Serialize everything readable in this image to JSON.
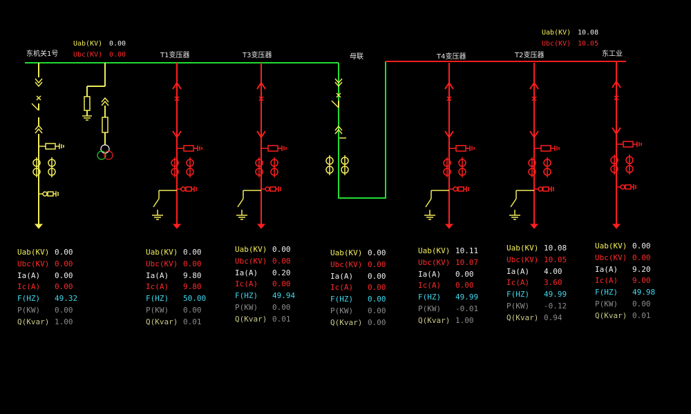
{
  "bus_voltage_left": {
    "uab_label": "Uab(KV)",
    "uab_value": "0.00",
    "ubc_label": "Ubc(KV)",
    "ubc_value": "0.00"
  },
  "bus_voltage_right": {
    "uab_label": "Uab(KV)",
    "uab_value": "10.08",
    "ubc_label": "Ubc(KV)",
    "ubc_value": "10.05"
  },
  "bays": [
    {
      "label": "东机关1号"
    },
    {
      "label": "T1变压器"
    },
    {
      "label": "T3变压器"
    },
    {
      "label": "母联"
    },
    {
      "label": "T4变压器"
    },
    {
      "label": "T2变压器"
    },
    {
      "label": "东工业"
    }
  ],
  "panels": [
    {
      "rows": [
        {
          "k": "Uab(KV)",
          "v": "0.00"
        },
        {
          "k": "Ubc(KV)",
          "v": "0.00"
        },
        {
          "k": "Ia(A)",
          "v": "0.00"
        },
        {
          "k": "Ic(A)",
          "v": "0.00"
        },
        {
          "k": "F(HZ)",
          "v": "49.32"
        },
        {
          "k": "P(KW)",
          "v": "0.00"
        },
        {
          "k": "Q(Kvar)",
          "v": "1.00"
        }
      ]
    },
    {
      "rows": [
        {
          "k": "Uab(KV)",
          "v": "0.00"
        },
        {
          "k": "Ubc(KV)",
          "v": "0.00"
        },
        {
          "k": "Ia(A)",
          "v": "9.80"
        },
        {
          "k": "Ic(A)",
          "v": "9.80"
        },
        {
          "k": "F(HZ)",
          "v": "50.00"
        },
        {
          "k": "P(KW)",
          "v": "0.00"
        },
        {
          "k": "Q(Kvar)",
          "v": "0.01"
        }
      ]
    },
    {
      "rows": [
        {
          "k": "Uab(KV)",
          "v": "0.00"
        },
        {
          "k": "Ubc(KV)",
          "v": "0.00"
        },
        {
          "k": "Ia(A)",
          "v": "0.20"
        },
        {
          "k": "Ic(A)",
          "v": "0.00"
        },
        {
          "k": "F(HZ)",
          "v": "49.94"
        },
        {
          "k": "P(KW)",
          "v": "0.00"
        },
        {
          "k": "Q(Kvar)",
          "v": "0.01"
        }
      ]
    },
    {
      "rows": [
        {
          "k": "Uab(KV)",
          "v": "0.00"
        },
        {
          "k": "Ubc(KV)",
          "v": "0.00"
        },
        {
          "k": "Ia(A)",
          "v": "0.00"
        },
        {
          "k": "Ic(A)",
          "v": "0.00"
        },
        {
          "k": "F(HZ)",
          "v": "0.00"
        },
        {
          "k": "P(KW)",
          "v": "0.00"
        },
        {
          "k": "Q(Kvar)",
          "v": "0.00"
        }
      ]
    },
    {
      "rows": [
        {
          "k": "Uab(KV)",
          "v": "10.11"
        },
        {
          "k": "Ubc(KV)",
          "v": "10.07"
        },
        {
          "k": "Ia(A)",
          "v": "0.00"
        },
        {
          "k": "Ic(A)",
          "v": "0.00"
        },
        {
          "k": "F(HZ)",
          "v": "49.99"
        },
        {
          "k": "P(KW)",
          "v": "-0.01"
        },
        {
          "k": "Q(Kvar)",
          "v": "1.00"
        }
      ]
    },
    {
      "rows": [
        {
          "k": "Uab(KV)",
          "v": "10.08"
        },
        {
          "k": "Ubc(KV)",
          "v": "10.05"
        },
        {
          "k": "Ia(A)",
          "v": "4.00"
        },
        {
          "k": "Ic(A)",
          "v": "3.60"
        },
        {
          "k": "F(HZ)",
          "v": "49.99"
        },
        {
          "k": "P(KW)",
          "v": "-0.12"
        },
        {
          "k": "Q(Kvar)",
          "v": "0.94"
        }
      ]
    },
    {
      "rows": [
        {
          "k": "Uab(KV)",
          "v": "0.00"
        },
        {
          "k": "Ubc(KV)",
          "v": "0.00"
        },
        {
          "k": "Ia(A)",
          "v": "9.20"
        },
        {
          "k": "Ic(A)",
          "v": "9.00"
        },
        {
          "k": "F(HZ)",
          "v": "49.98"
        },
        {
          "k": "P(KW)",
          "v": "0.00"
        },
        {
          "k": "Q(Kvar)",
          "v": "0.01"
        }
      ]
    }
  ],
  "colors": {
    "energized": "#ff1f1f",
    "de_energized": "#f2ec5a",
    "bus_dead": "#22dd33",
    "label": "#e8e8e8",
    "freq": "#3fd9ee"
  }
}
